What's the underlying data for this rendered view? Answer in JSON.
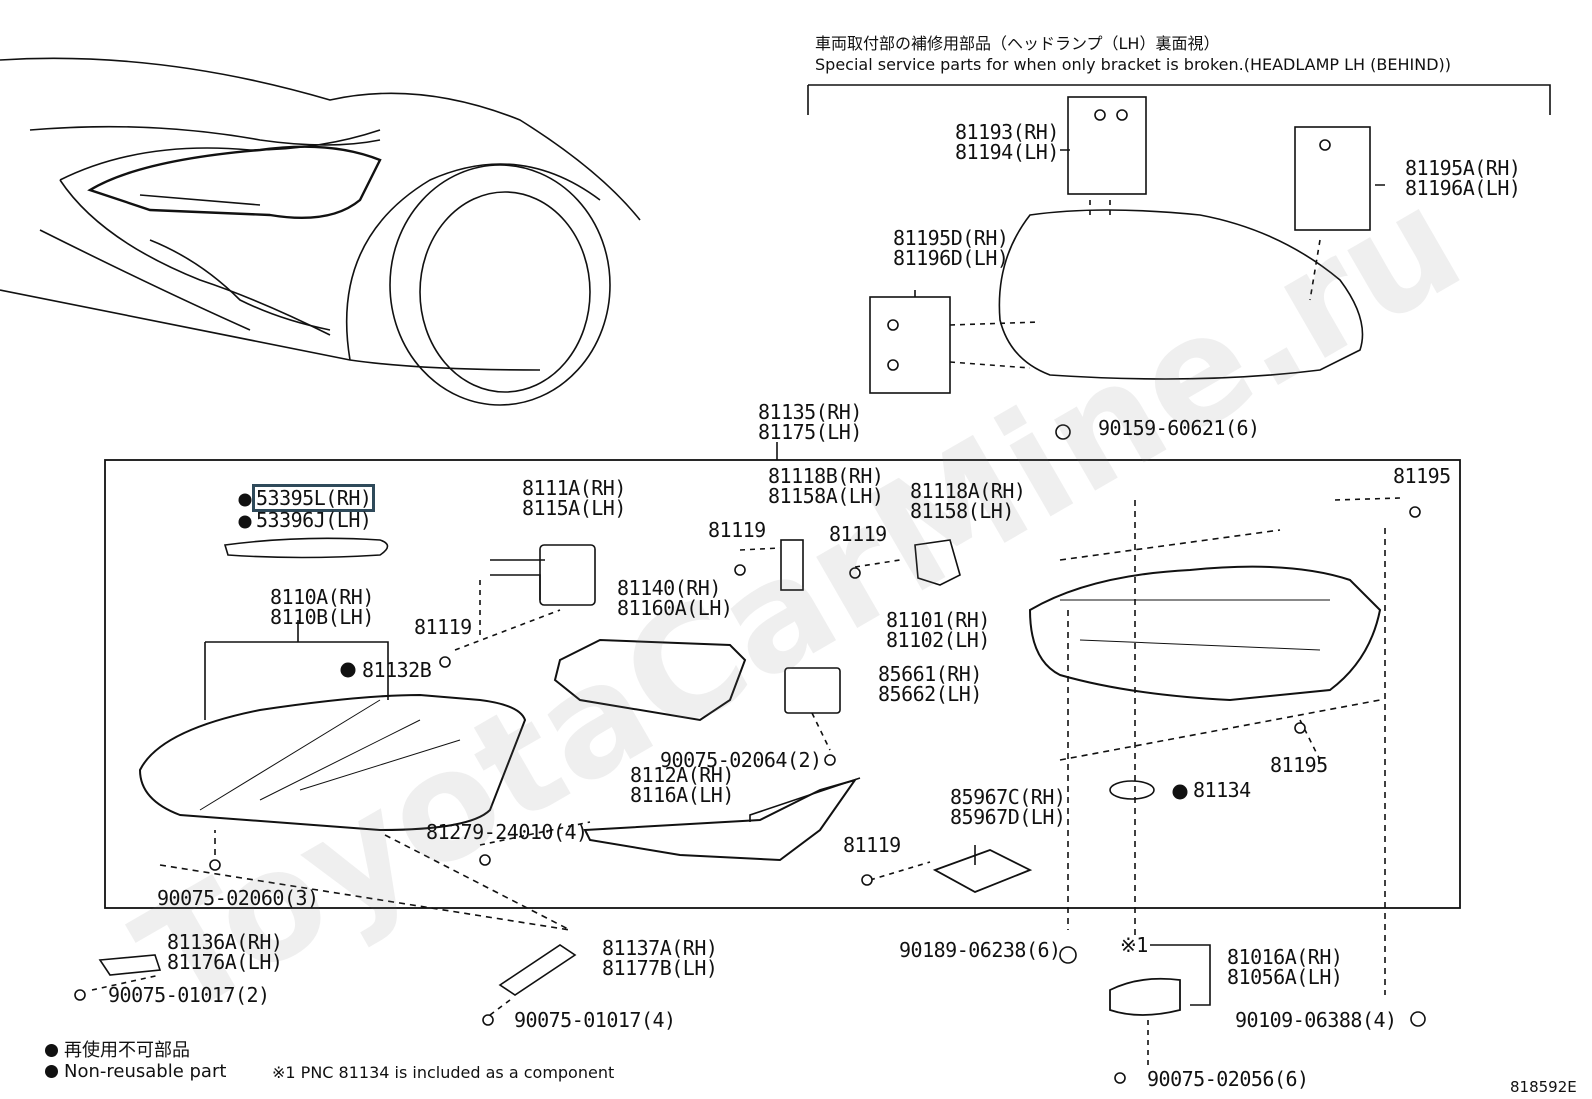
{
  "header": {
    "jp": "車両取付部の補修用部品（ヘッドランプ（LH）裏面視）",
    "en": "Special service parts for when only bracket is broken.(HEADLAMP LH (BEHIND))"
  },
  "watermark": "ToyotaCarMine.ru",
  "parts": {
    "p81193": [
      "81193(RH)",
      "81194(LH)"
    ],
    "p81195A": [
      "81195A(RH)",
      "81196A(LH)"
    ],
    "p81195D": [
      "81195D(RH)",
      "81196D(LH)"
    ],
    "p81135": [
      "81135(RH)",
      "81175(LH)"
    ],
    "p90159": "90159-60621(6)",
    "p53395L": "53395L(RH)",
    "p53396J": "53396J(LH)",
    "p8111A": [
      "8111A(RH)",
      "8115A(LH)"
    ],
    "p81118B": [
      "81118B(RH)",
      "81158A(LH)"
    ],
    "p81118A": [
      "81118A(RH)",
      "81158(LH)"
    ],
    "p81195": "81195",
    "p81119a": "81119",
    "p81119b": "81119",
    "p81119c": "81119",
    "p81119d": "81119",
    "p8110A": [
      "8110A(RH)",
      "8110B(LH)"
    ],
    "p81132B": "81132B",
    "p81140": [
      "81140(RH)",
      "81160A(LH)"
    ],
    "p81101": [
      "81101(RH)",
      "81102(LH)"
    ],
    "p85661": [
      "85661(RH)",
      "85662(LH)"
    ],
    "p90075_02064": "90075-02064(2)",
    "p81195b": "81195",
    "p8112A": [
      "8112A(RH)",
      "8116A(LH)"
    ],
    "p81134": "81134",
    "p81279": "81279-24010(4)",
    "p85967": [
      "85967C(RH)",
      "85967D(LH)"
    ],
    "p90075_02060": "90075-02060(3)",
    "p81136A": [
      "81136A(RH)",
      "81176A(LH)"
    ],
    "p81137A": [
      "81137A(RH)",
      "81177B(LH)"
    ],
    "p90189": "90189-06238(6)",
    "p_note1": "※1",
    "p81016A": [
      "81016A(RH)",
      "81056A(LH)"
    ],
    "p90075_01017a": "90075-01017(2)",
    "p90075_01017b": "90075-01017(4)",
    "p90109": "90109-06388(4)",
    "p90075_02056": "90075-02056(6)"
  },
  "legend": {
    "jp": "再使用不可部品",
    "en": "Non-reusable part",
    "note": "※1 PNC 81134 is included as a component"
  },
  "figure_id": "818592E"
}
